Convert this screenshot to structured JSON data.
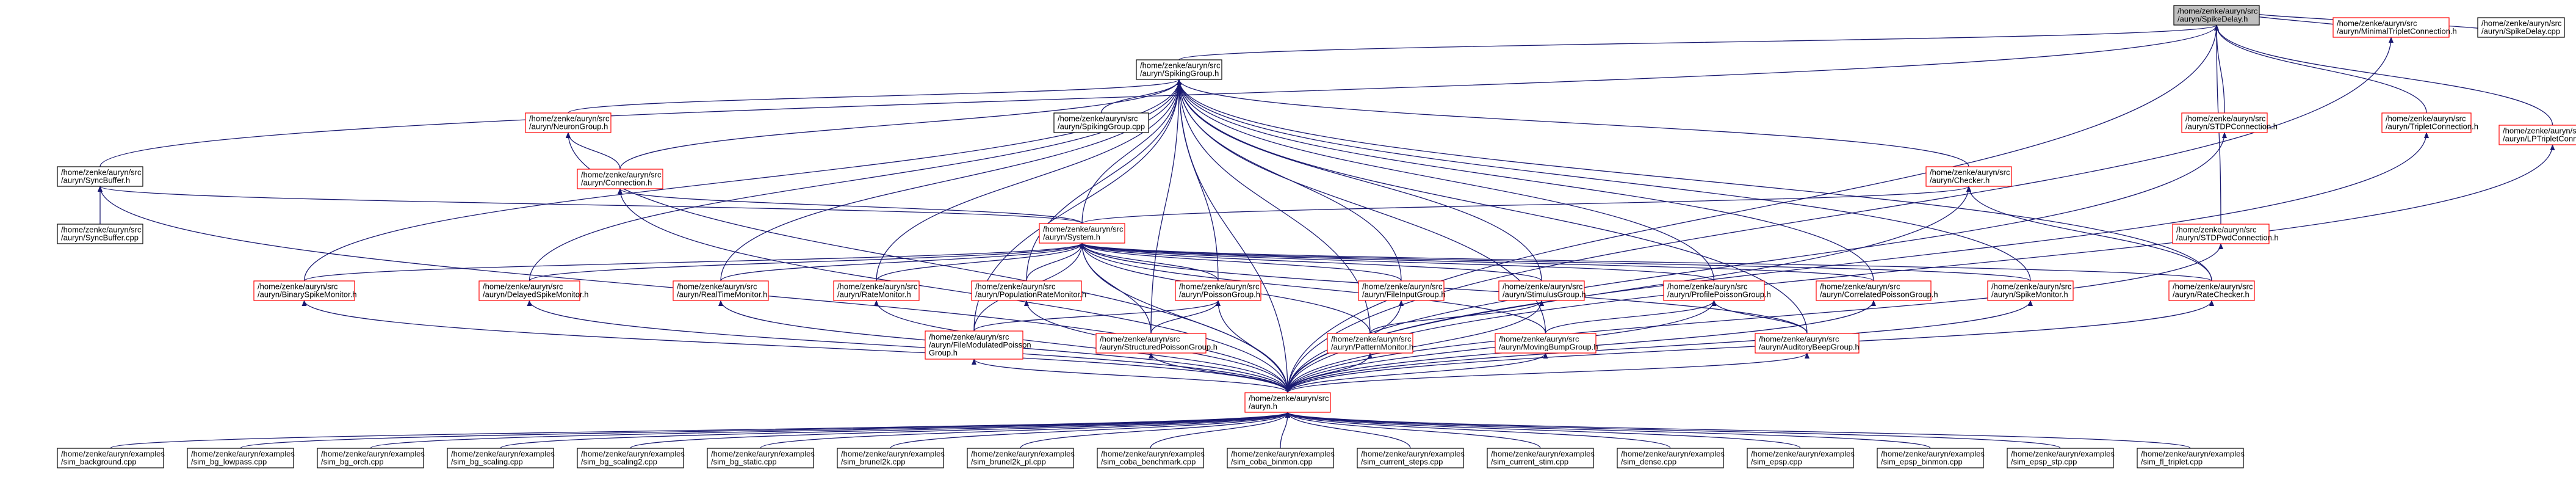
{
  "nodes": [
    {
      "id": "root",
      "lines": [
        "/home/zenke/auryn/src",
        "/auryn/SpikeDelay.h"
      ],
      "style": "root"
    },
    {
      "id": "spikinggroup",
      "lines": [
        "/home/zenke/auryn/src",
        "/auryn/SpikingGroup.h"
      ],
      "style": "black"
    },
    {
      "id": "minimaltriplet",
      "lines": [
        "/home/zenke/auryn/src",
        "/auryn/MinimalTripletConnection.h"
      ],
      "style": "red"
    },
    {
      "id": "spikedelaycpp",
      "lines": [
        "/home/zenke/auryn/src",
        "/auryn/SpikeDelay.cpp"
      ],
      "style": "black"
    },
    {
      "id": "neurongroup",
      "lines": [
        "/home/zenke/auryn/src",
        "/auryn/NeuronGroup.h"
      ],
      "style": "red"
    },
    {
      "id": "spikinggroupcpp",
      "lines": [
        "/home/zenke/auryn/src",
        "/auryn/SpikingGroup.cpp"
      ],
      "style": "black"
    },
    {
      "id": "stdpconn",
      "lines": [
        "/home/zenke/auryn/src",
        "/auryn/STDPConnection.h"
      ],
      "style": "red"
    },
    {
      "id": "tripletconn",
      "lines": [
        "/home/zenke/auryn/src",
        "/auryn/TripletConnection.h"
      ],
      "style": "red"
    },
    {
      "id": "lptriplet",
      "lines": [
        "/home/zenke/auryn/src",
        "/auryn/LPTripletConnection.h"
      ],
      "style": "red"
    },
    {
      "id": "syncbuffer",
      "lines": [
        "/home/zenke/auryn/src",
        "/auryn/SyncBuffer.h"
      ],
      "style": "black"
    },
    {
      "id": "connection",
      "lines": [
        "/home/zenke/auryn/src",
        "/auryn/Connection.h"
      ],
      "style": "red"
    },
    {
      "id": "checker",
      "lines": [
        "/home/zenke/auryn/src",
        "/auryn/Checker.h"
      ],
      "style": "red"
    },
    {
      "id": "stdpwd",
      "lines": [
        "/home/zenke/auryn/src",
        "/auryn/STDPwdConnection.h"
      ],
      "style": "red"
    },
    {
      "id": "syncbuffercpp",
      "lines": [
        "/home/zenke/auryn/src",
        "/auryn/SyncBuffer.cpp"
      ],
      "style": "black"
    },
    {
      "id": "system",
      "lines": [
        "/home/zenke/auryn/src",
        "/auryn/System.h"
      ],
      "style": "red"
    },
    {
      "id": "binaryspike",
      "lines": [
        "/home/zenke/auryn/src",
        "/auryn/BinarySpikeMonitor.h"
      ],
      "style": "red"
    },
    {
      "id": "delayedspike",
      "lines": [
        "/home/zenke/auryn/src",
        "/auryn/DelayedSpikeMonitor.h"
      ],
      "style": "red"
    },
    {
      "id": "realtime",
      "lines": [
        "/home/zenke/auryn/src",
        "/auryn/RealTimeMonitor.h"
      ],
      "style": "red"
    },
    {
      "id": "ratemonitor",
      "lines": [
        "/home/zenke/auryn/src",
        "/auryn/RateMonitor.h"
      ],
      "style": "red"
    },
    {
      "id": "poprate",
      "lines": [
        "/home/zenke/auryn/src",
        "/auryn/PopulationRateMonitor.h"
      ],
      "style": "red"
    },
    {
      "id": "poisson",
      "lines": [
        "/home/zenke/auryn/src",
        "/auryn/PoissonGroup.h"
      ],
      "style": "red"
    },
    {
      "id": "fileinput",
      "lines": [
        "/home/zenke/auryn/src",
        "/auryn/FileInputGroup.h"
      ],
      "style": "red"
    },
    {
      "id": "stimulus",
      "lines": [
        "/home/zenke/auryn/src",
        "/auryn/StimulusGroup.h"
      ],
      "style": "red"
    },
    {
      "id": "profile",
      "lines": [
        "/home/zenke/auryn/src",
        "/auryn/ProfilePoissonGroup.h"
      ],
      "style": "red"
    },
    {
      "id": "correlated",
      "lines": [
        "/home/zenke/auryn/src",
        "/auryn/CorrelatedPoissonGroup.h"
      ],
      "style": "red"
    },
    {
      "id": "spikemonitor",
      "lines": [
        "/home/zenke/auryn/src",
        "/auryn/SpikeMonitor.h"
      ],
      "style": "red"
    },
    {
      "id": "ratechecker",
      "lines": [
        "/home/zenke/auryn/src",
        "/auryn/RateChecker.h"
      ],
      "style": "red"
    },
    {
      "id": "filemodulated",
      "lines": [
        "/home/zenke/auryn/src",
        "/auryn/FileModulatedPoisson",
        "Group.h"
      ],
      "style": "red"
    },
    {
      "id": "structured",
      "lines": [
        "/home/zenke/auryn/src",
        "/auryn/StructuredPoissonGroup.h"
      ],
      "style": "red"
    },
    {
      "id": "pattern",
      "lines": [
        "/home/zenke/auryn/src",
        "/auryn/PatternMonitor.h"
      ],
      "style": "red"
    },
    {
      "id": "movingbump",
      "lines": [
        "/home/zenke/auryn/src",
        "/auryn/MovingBumpGroup.h"
      ],
      "style": "red"
    },
    {
      "id": "auditory",
      "lines": [
        "/home/zenke/auryn/src",
        "/auryn/AuditoryBeepGroup.h"
      ],
      "style": "red"
    },
    {
      "id": "auryn",
      "lines": [
        "/home/zenke/auryn/src",
        "/auryn.h"
      ],
      "style": "red"
    },
    {
      "id": "ex1",
      "lines": [
        "/home/zenke/auryn/examples",
        "/sim_background.cpp"
      ],
      "style": "black"
    },
    {
      "id": "ex2",
      "lines": [
        "/home/zenke/auryn/examples",
        "/sim_bg_lowpass.cpp"
      ],
      "style": "black"
    },
    {
      "id": "ex3",
      "lines": [
        "/home/zenke/auryn/examples",
        "/sim_bg_orch.cpp"
      ],
      "style": "black"
    },
    {
      "id": "ex4",
      "lines": [
        "/home/zenke/auryn/examples",
        "/sim_bg_scaling.cpp"
      ],
      "style": "black"
    },
    {
      "id": "ex5",
      "lines": [
        "/home/zenke/auryn/examples",
        "/sim_bg_scaling2.cpp"
      ],
      "style": "black"
    },
    {
      "id": "ex6",
      "lines": [
        "/home/zenke/auryn/examples",
        "/sim_bg_static.cpp"
      ],
      "style": "black"
    },
    {
      "id": "ex7",
      "lines": [
        "/home/zenke/auryn/examples",
        "/sim_brunel2k.cpp"
      ],
      "style": "black"
    },
    {
      "id": "ex8",
      "lines": [
        "/home/zenke/auryn/examples",
        "/sim_brunel2k_pl.cpp"
      ],
      "style": "black"
    },
    {
      "id": "ex9",
      "lines": [
        "/home/zenke/auryn/examples",
        "/sim_coba_benchmark.cpp"
      ],
      "style": "black"
    },
    {
      "id": "ex10",
      "lines": [
        "/home/zenke/auryn/examples",
        "/sim_coba_binmon.cpp"
      ],
      "style": "black"
    },
    {
      "id": "ex11",
      "lines": [
        "/home/zenke/auryn/examples",
        "/sim_current_steps.cpp"
      ],
      "style": "black"
    },
    {
      "id": "ex12",
      "lines": [
        "/home/zenke/auryn/examples",
        "/sim_current_stim.cpp"
      ],
      "style": "black"
    },
    {
      "id": "ex13",
      "lines": [
        "/home/zenke/auryn/examples",
        "/sim_dense.cpp"
      ],
      "style": "black"
    },
    {
      "id": "ex14",
      "lines": [
        "/home/zenke/auryn/examples",
        "/sim_epsp.cpp"
      ],
      "style": "black"
    },
    {
      "id": "ex15",
      "lines": [
        "/home/zenke/auryn/examples",
        "/sim_epsp_binmon.cpp"
      ],
      "style": "black"
    },
    {
      "id": "ex16",
      "lines": [
        "/home/zenke/auryn/examples",
        "/sim_epsp_stp.cpp"
      ],
      "style": "black"
    },
    {
      "id": "ex17",
      "lines": [
        "/home/zenke/auryn/examples",
        "/sim_fl_triplet.cpp"
      ],
      "style": "black"
    }
  ],
  "edges": [
    [
      "spikinggroup",
      "root"
    ],
    [
      "minimaltriplet",
      "root"
    ],
    [
      "spikedelaycpp",
      "root"
    ],
    [
      "stdpconn",
      "root"
    ],
    [
      "tripletconn",
      "root"
    ],
    [
      "lptriplet",
      "root"
    ],
    [
      "stdpwd",
      "root"
    ],
    [
      "syncbuffer",
      "root"
    ],
    [
      "auryn",
      "root"
    ],
    [
      "neurongroup",
      "spikinggroup"
    ],
    [
      "spikinggroupcpp",
      "spikinggroup"
    ],
    [
      "connection",
      "spikinggroup"
    ],
    [
      "checker",
      "spikinggroup"
    ],
    [
      "system",
      "spikinggroup"
    ],
    [
      "binaryspike",
      "spikinggroup"
    ],
    [
      "delayedspike",
      "spikinggroup"
    ],
    [
      "realtime",
      "spikinggroup"
    ],
    [
      "ratemonitor",
      "spikinggroup"
    ],
    [
      "poprate",
      "spikinggroup"
    ],
    [
      "poisson",
      "spikinggroup"
    ],
    [
      "fileinput",
      "spikinggroup"
    ],
    [
      "stimulus",
      "spikinggroup"
    ],
    [
      "profile",
      "spikinggroup"
    ],
    [
      "correlated",
      "spikinggroup"
    ],
    [
      "spikemonitor",
      "spikinggroup"
    ],
    [
      "ratechecker",
      "spikinggroup"
    ],
    [
      "filemodulated",
      "spikinggroup"
    ],
    [
      "structured",
      "spikinggroup"
    ],
    [
      "pattern",
      "spikinggroup"
    ],
    [
      "movingbump",
      "spikinggroup"
    ],
    [
      "auditory",
      "spikinggroup"
    ],
    [
      "auryn",
      "spikinggroup"
    ],
    [
      "connection",
      "neurongroup"
    ],
    [
      "auryn",
      "neurongroup"
    ],
    [
      "syncbuffercpp",
      "syncbuffer"
    ],
    [
      "system",
      "syncbuffer"
    ],
    [
      "auryn",
      "syncbuffer"
    ],
    [
      "system",
      "connection"
    ],
    [
      "auryn",
      "connection"
    ],
    [
      "system",
      "checker"
    ],
    [
      "ratechecker",
      "checker"
    ],
    [
      "auryn",
      "checker"
    ],
    [
      "auryn",
      "minimaltriplet"
    ],
    [
      "auryn",
      "stdpconn"
    ],
    [
      "auryn",
      "tripletconn"
    ],
    [
      "auryn",
      "lptriplet"
    ],
    [
      "auryn",
      "stdpwd"
    ],
    [
      "binaryspike",
      "system"
    ],
    [
      "delayedspike",
      "system"
    ],
    [
      "realtime",
      "system"
    ],
    [
      "ratemonitor",
      "system"
    ],
    [
      "poprate",
      "system"
    ],
    [
      "poisson",
      "system"
    ],
    [
      "fileinput",
      "system"
    ],
    [
      "stimulus",
      "system"
    ],
    [
      "profile",
      "system"
    ],
    [
      "correlated",
      "system"
    ],
    [
      "spikemonitor",
      "system"
    ],
    [
      "ratechecker",
      "system"
    ],
    [
      "filemodulated",
      "system"
    ],
    [
      "structured",
      "system"
    ],
    [
      "pattern",
      "system"
    ],
    [
      "movingbump",
      "system"
    ],
    [
      "auditory",
      "system"
    ],
    [
      "auryn",
      "system"
    ],
    [
      "filemodulated",
      "poisson"
    ],
    [
      "structured",
      "poisson"
    ],
    [
      "auryn",
      "poisson"
    ],
    [
      "pattern",
      "stimulus"
    ],
    [
      "auryn",
      "stimulus"
    ],
    [
      "movingbump",
      "profile"
    ],
    [
      "auditory",
      "profile"
    ],
    [
      "auryn",
      "profile"
    ],
    [
      "auryn",
      "binaryspike"
    ],
    [
      "auryn",
      "delayedspike"
    ],
    [
      "auryn",
      "realtime"
    ],
    [
      "auryn",
      "ratemonitor"
    ],
    [
      "auryn",
      "poprate"
    ],
    [
      "auryn",
      "fileinput"
    ],
    [
      "auryn",
      "correlated"
    ],
    [
      "auryn",
      "spikemonitor"
    ],
    [
      "auryn",
      "ratechecker"
    ],
    [
      "auryn",
      "filemodulated"
    ],
    [
      "auryn",
      "structured"
    ],
    [
      "auryn",
      "pattern"
    ],
    [
      "auryn",
      "movingbump"
    ],
    [
      "auryn",
      "auditory"
    ],
    [
      "ex1",
      "auryn"
    ],
    [
      "ex2",
      "auryn"
    ],
    [
      "ex3",
      "auryn"
    ],
    [
      "ex4",
      "auryn"
    ],
    [
      "ex5",
      "auryn"
    ],
    [
      "ex6",
      "auryn"
    ],
    [
      "ex7",
      "auryn"
    ],
    [
      "ex8",
      "auryn"
    ],
    [
      "ex9",
      "auryn"
    ],
    [
      "ex10",
      "auryn"
    ],
    [
      "ex11",
      "auryn"
    ],
    [
      "ex12",
      "auryn"
    ],
    [
      "ex13",
      "auryn"
    ],
    [
      "ex14",
      "auryn"
    ],
    [
      "ex15",
      "auryn"
    ],
    [
      "ex16",
      "auryn"
    ],
    [
      "ex17",
      "auryn"
    ]
  ]
}
